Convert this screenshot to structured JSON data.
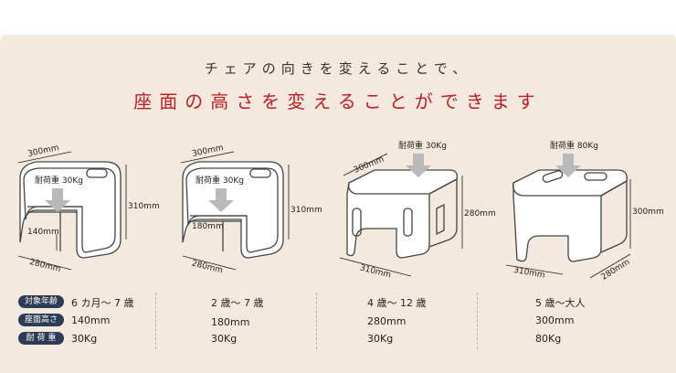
{
  "headline": {
    "line1": "チェアの向きを変えることで、",
    "line2": "座面の高さを変えることができます"
  },
  "chairs": [
    {
      "width": "300mm",
      "depth": "280mm",
      "height": "310mm",
      "load": "耐荷重 30Kg",
      "seat": "140mm"
    },
    {
      "width": "300mm",
      "depth": "280mm",
      "height": "310mm",
      "load": "耐荷重 30Kg",
      "seat": "180mm"
    },
    {
      "width": "300mm",
      "depth": "310mm",
      "height": "280mm",
      "load": "耐荷重 30Kg"
    },
    {
      "width": "310mm",
      "depth": "280mm",
      "height": "300mm",
      "load": "耐荷重 80Kg"
    }
  ],
  "row_labels": [
    "対象年齢",
    "座面高さ",
    "耐 荷 重"
  ],
  "specs": [
    {
      "age": "6 カ月〜 7 歳",
      "seat_height": "140mm",
      "load": "30Kg"
    },
    {
      "age": "2 歳〜 7 歳",
      "seat_height": "180mm",
      "load": "30Kg"
    },
    {
      "age": "4 歳〜 12 歳",
      "seat_height": "280mm",
      "load": "30Kg"
    },
    {
      "age": "5 歳〜大人",
      "seat_height": "300mm",
      "load": "80Kg"
    }
  ],
  "colors": {
    "panel": "#f3e9df",
    "accent": "#c01c22",
    "badge": "#2e3b55"
  }
}
